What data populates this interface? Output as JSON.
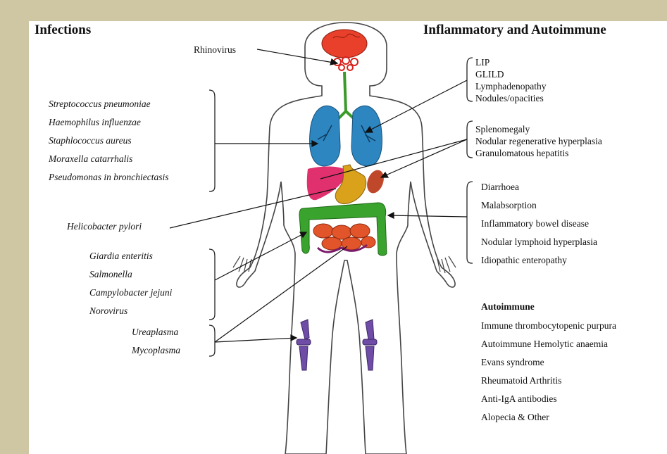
{
  "headings": {
    "left": "Infections",
    "right": "Inflammatory and Autoimmune"
  },
  "infections": {
    "rhinovirus": "Rhinovirus",
    "respiratory": [
      "Streptococcus pneumoniae",
      "Haemophilus influenzae",
      "Staphlococcus aureus",
      "Moraxella catarrhalis",
      "Pseudomonas in bronchiectasis"
    ],
    "stomach": "Helicobacter pylori",
    "gut": [
      "Giardia enteritis",
      "Salmonella",
      "Campylobacter jejuni",
      "Norovirus"
    ],
    "joints": [
      "Ureaplasma",
      "Mycoplasma"
    ]
  },
  "inflammatory": {
    "lung": [
      "LIP",
      "GLILD",
      "Lymphadenopathy",
      "Nodules/opacities"
    ],
    "liver_spleen": [
      "Splenomegaly",
      "Nodular regenerative hyperplasia",
      "Granulomatous hepatitis"
    ],
    "gut": [
      "Diarrhoea",
      "Malabsorption",
      "Inflammatory bowel disease",
      "Nodular lymphoid hyperplasia",
      "Idiopathic enteropathy"
    ]
  },
  "autoimmune": {
    "title": "Autoimmune",
    "items": [
      "Immune thrombocytopenic purpura",
      "Autoimmune Hemolytic anaemia",
      "Evans syndrome",
      "Rheumatoid Arthritis",
      "Anti-IgA antibodies",
      "Alopecia & Other"
    ]
  },
  "colors": {
    "background": "#cfc7a3",
    "brain": "#e8402a",
    "lungs": "#2e86c1",
    "airway": "#3a9a2a",
    "liver": "#e0306e",
    "stomach": "#d9a21a",
    "spleen": "#c0482a",
    "colon": "#3aa32e",
    "small_intestine": "#e2542a",
    "joints": "#6f4ca6"
  }
}
